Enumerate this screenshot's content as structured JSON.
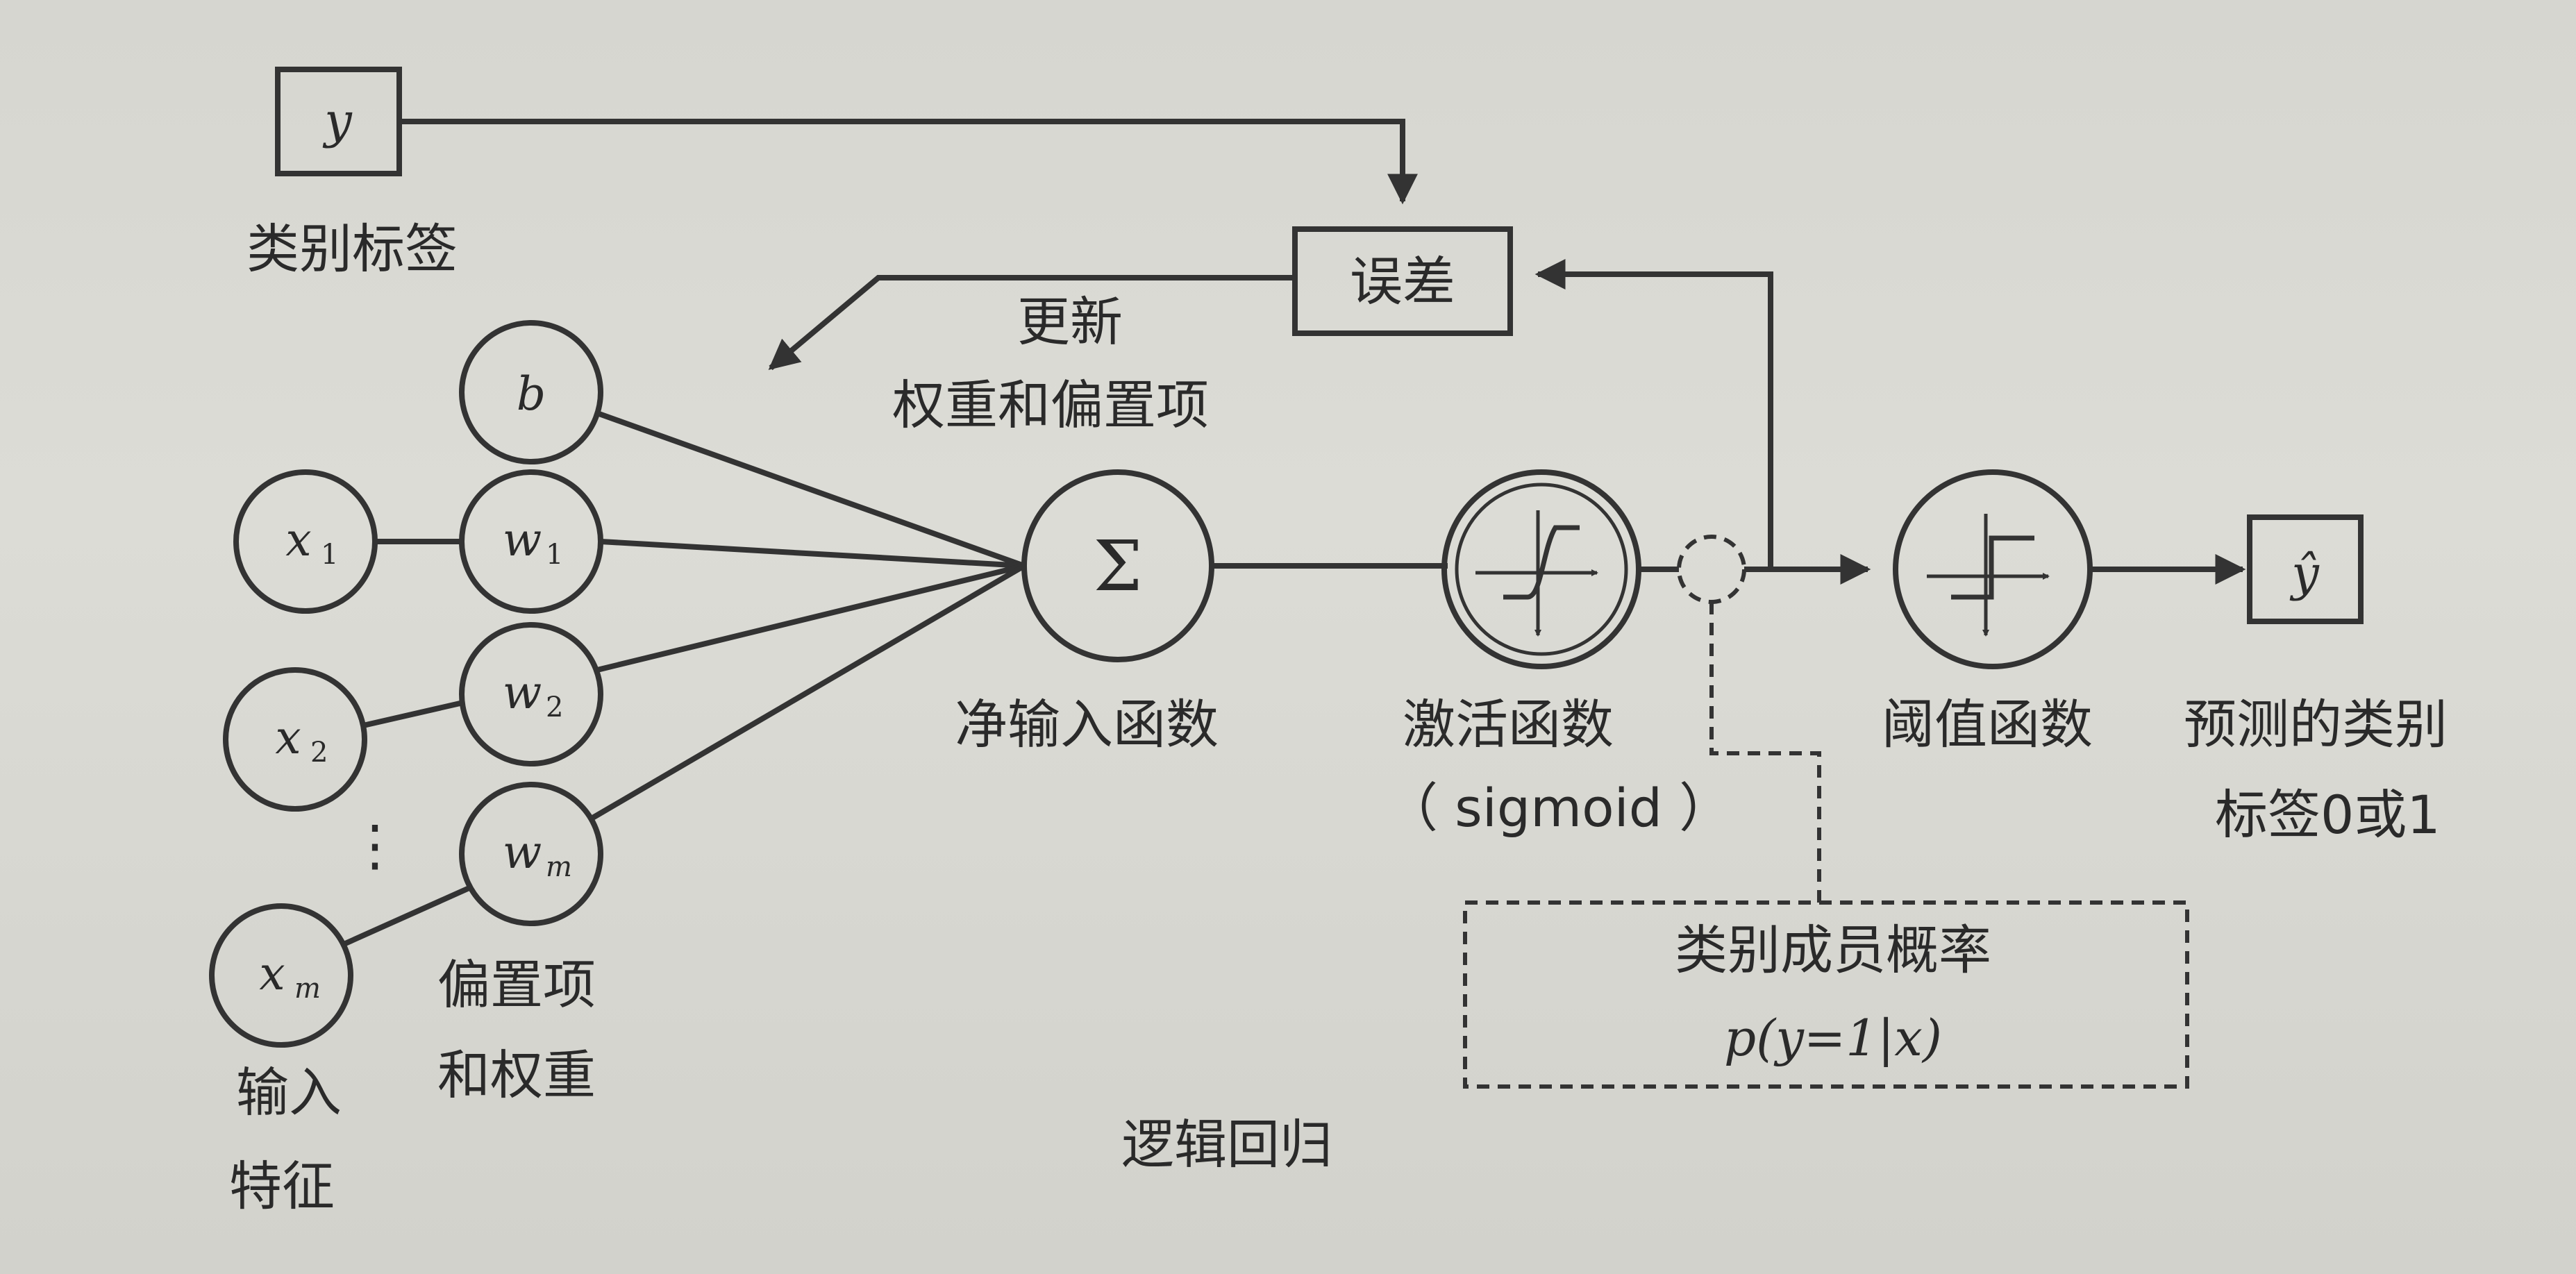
{
  "labels": {
    "class_label": "类别标签",
    "error": "误差",
    "update_line1": "更新",
    "update_line2": "权重和偏置项",
    "net_input": "净输入函数",
    "activation": "激活函数",
    "activation_sub": "（ sigmoid ）",
    "threshold": "阈值函数",
    "predicted_line1": "预测的类别",
    "predicted_line2": "标签0或1",
    "membership_title": "类别成员概率",
    "membership_formula": "p(y=1|x)",
    "bias_weights_line1": "偏置项",
    "bias_weights_line2": "和权重",
    "input_line1": "输入",
    "input_line2": "特征",
    "title": "逻辑回归"
  },
  "nodes": {
    "y_box": "y",
    "yhat_box": "ŷ",
    "bias": "b",
    "x1": "x",
    "x1_sub": "1",
    "x2": "x",
    "x2_sub": "2",
    "xm": "x",
    "xm_sub": "m",
    "w1": "w",
    "w1_sub": "1",
    "w2": "w",
    "w2_sub": "2",
    "wm": "w",
    "wm_sub": "m",
    "sum": "Σ",
    "dots": "⋮"
  }
}
